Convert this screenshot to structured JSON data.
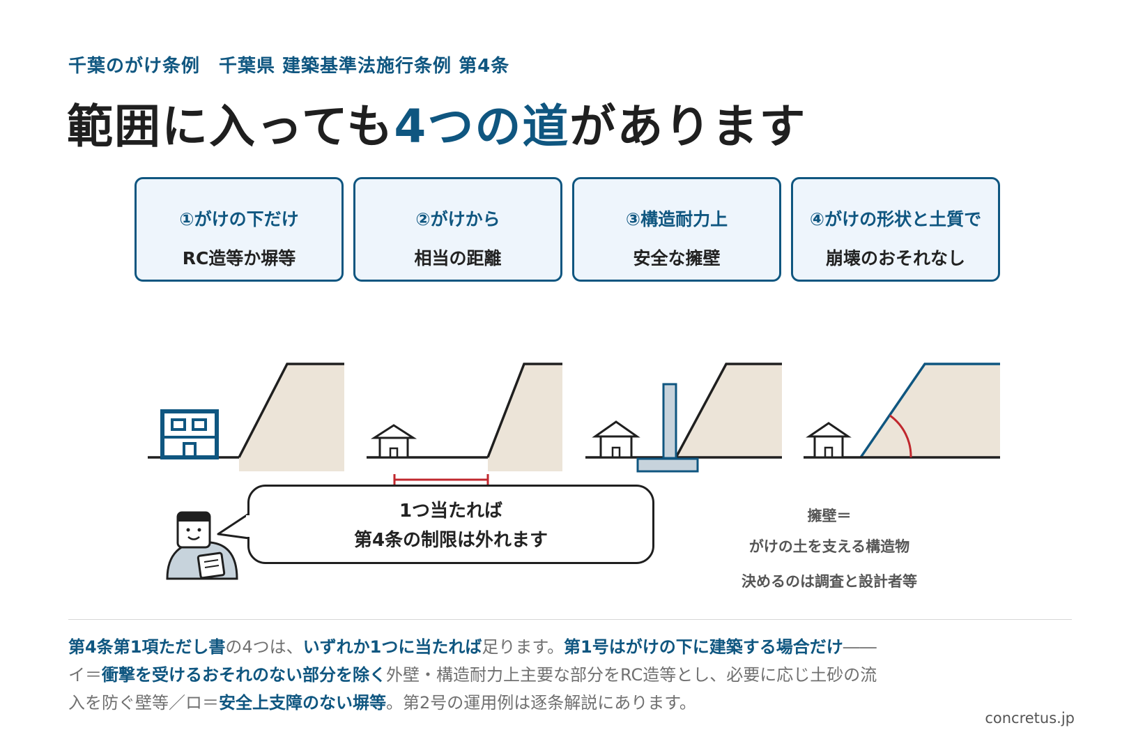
{
  "header": {
    "subtitle": "千葉のがけ条例　千葉県 建築基準法施行条例 第4条",
    "title_a": "範囲に入っても",
    "title_hl": "4つの道",
    "title_b": "があります"
  },
  "cards": [
    {
      "line1": "①がけの下だけ",
      "line2": "RC造等か塀等"
    },
    {
      "line1": "②がけから",
      "line2": "相当の距離"
    },
    {
      "line1": "③構造耐力上",
      "line2": "安全な擁壁"
    },
    {
      "line1": "④がけの形状と土質で",
      "line2": "崩壊のおそれなし"
    }
  ],
  "bubble": {
    "line1": "1つ当たれば",
    "line2": "第4条の制限は外れます"
  },
  "notes": [
    "擁壁＝",
    "がけの土を支える構造物",
    "決めるのは調査と設計者等"
  ],
  "paragraph": [
    {
      "t": "第4条第1項ただし書",
      "em": true
    },
    {
      "t": "の4つは、",
      "em": false
    },
    {
      "t": "いずれか1つに当たれば",
      "em": true
    },
    {
      "t": "足ります。",
      "em": false
    },
    {
      "t": "第1号はがけの下に建築する場合だけ",
      "em": true
    },
    {
      "t": "――イ＝",
      "em": false
    },
    {
      "t": "衝撃を受けるおそれのない部分を除く",
      "em": true
    },
    {
      "t": "外壁・構造耐力上主要な部分をRC造等とし、必要に応じ土砂の流入を防ぐ壁等／ロ＝",
      "em": false
    },
    {
      "t": "安全上支障のない塀等",
      "em": true
    },
    {
      "t": "。第2号の運用例は逐条解説にあります。",
      "em": false
    }
  ],
  "credit": "concretus.jp",
  "colors": {
    "accent": "#0f5680",
    "card_bg": "#eef5fc",
    "soil": "#ece4d8",
    "wall": "#c7d3dc",
    "angle": "#c0272d",
    "distance": "#c0272d"
  }
}
